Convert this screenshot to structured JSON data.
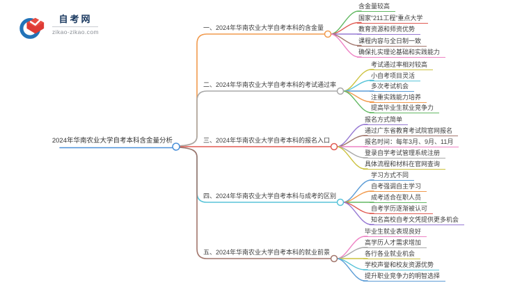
{
  "logo": {
    "site_name": "自考网",
    "site_domain": "zikao-zikao.com",
    "icon": "graduation-cap-with-blue-crescent",
    "brand_blue": "#2273b8",
    "brand_red": "#dd3a34",
    "brand_navy": "#17365d"
  },
  "mindmap": {
    "root": {
      "label": "2024年华南农业大学自考本科含金量分析",
      "color": "#4a90d9"
    },
    "branches": [
      {
        "label": "一、2024年华南农业大学自考本科的含金量",
        "color": "#F19A4D",
        "children": [
          {
            "label": "含金量较高",
            "color": "#62B862"
          },
          {
            "label": "国家“211工程”重点大学",
            "color": "#E05A52"
          },
          {
            "label": "教育资源和师资优势",
            "color": "#9678D3"
          },
          {
            "label": "课程内容与全日制一致",
            "color": "#A1756B"
          },
          {
            "label": "确保扎实理论基础和实践能力",
            "color": "#EE82C4"
          }
        ]
      },
      {
        "label": "二、2024年华南农业大学自考本科的考试通过率",
        "color": "#A8A8A8",
        "children": [
          {
            "label": "考试通过率相对较高",
            "color": "#CCC23F"
          },
          {
            "label": "小自考项目灵活",
            "color": "#58C4D9"
          },
          {
            "label": "多次考试机会",
            "color": "#5B9CD6"
          },
          {
            "label": "注重实践能力培养",
            "color": "#F19A4D"
          },
          {
            "label": "提高毕业生就业竞争力",
            "color": "#62B862"
          }
        ]
      },
      {
        "label": "三、2024年华南农业大学自考本科的报名入口",
        "color": "#E05A52",
        "children": [
          {
            "label": "报名方式简单",
            "color": "#9678D3"
          },
          {
            "label": "通过广东省教育考试院官网报名",
            "color": "#A1756B"
          },
          {
            "label": "报名时间：每年3月、9月、11月",
            "color": "#EE82C4"
          },
          {
            "label": "登录自学考试管理系统注册",
            "color": "#A8A8A8"
          },
          {
            "label": "具体流程和材料在官网查询",
            "color": "#CCC23F"
          }
        ]
      },
      {
        "label": "四、2024年华南农业大学自考本科与成考的区别",
        "color": "#58C4D9",
        "children": [
          {
            "label": "学习方式不同",
            "color": "#5B9CD6"
          },
          {
            "label": "自考强调自主学习",
            "color": "#F19A4D"
          },
          {
            "label": "成考适合在职人员",
            "color": "#62B862"
          },
          {
            "label": "自考学历逐渐被认可",
            "color": "#E05A52"
          },
          {
            "label": "知名高校自考文凭提供更多机会",
            "color": "#9678D3"
          }
        ]
      },
      {
        "label": "五、2024年华南农业大学自考本科的就业前景",
        "color": "#A1756B",
        "children": [
          {
            "label": "毕业生就业表现良好",
            "color": "#EE82C4"
          },
          {
            "label": "高学历人才需求增加",
            "color": "#A8A8A8"
          },
          {
            "label": "各行各业就业机会",
            "color": "#CCC23F"
          },
          {
            "label": "学校声誉和校友资源优势",
            "color": "#58C4D9"
          },
          {
            "label": "提升职业竞争力的明智选择",
            "color": "#5B9CD6"
          }
        ]
      }
    ]
  }
}
